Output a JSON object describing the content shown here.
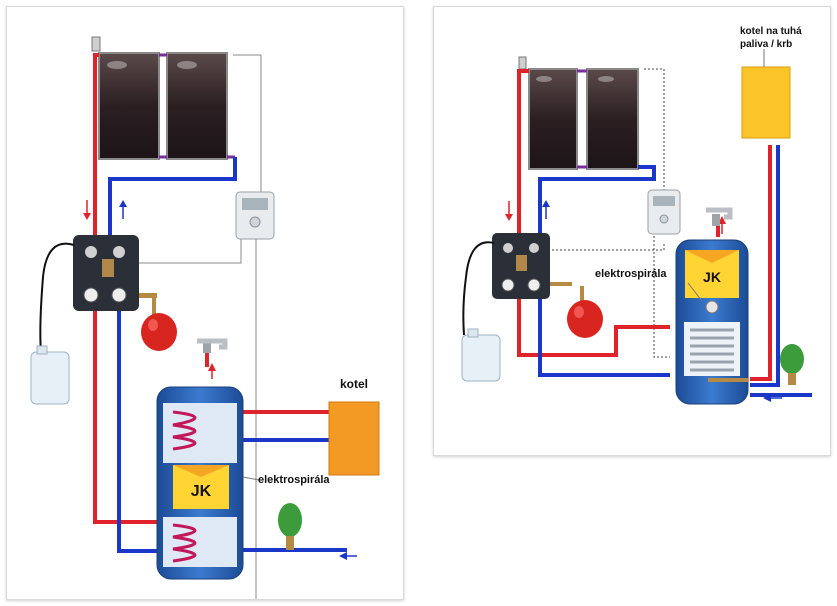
{
  "colors": {
    "hot_pipe": "#e0232a",
    "cold_pipe": "#1b37c9",
    "boiler_box": "#f39a24",
    "solid_fuel_box": "#fbc52a",
    "expansion_red": "#d8251f",
    "expansion_green": "#3c9b3a",
    "tank_body": "#2a62b4",
    "logo_yellow": "#ffd433"
  },
  "left_diagram": {
    "boiler_label": "kotel",
    "heater_label": "elektrospirála",
    "tank_logo": "JK"
  },
  "right_diagram": {
    "boiler_label_line1": "kotel na tuhá",
    "boiler_label_line2": "paliva / krb",
    "heater_label": "elektrospirála",
    "tank_logo": "JK"
  },
  "icons": [
    "solar-panel-icon",
    "controller-icon",
    "pump-station-icon",
    "expansion-vessel-icon",
    "canister-icon",
    "faucet-icon",
    "storage-tank-icon",
    "flow-arrow-icon"
  ]
}
